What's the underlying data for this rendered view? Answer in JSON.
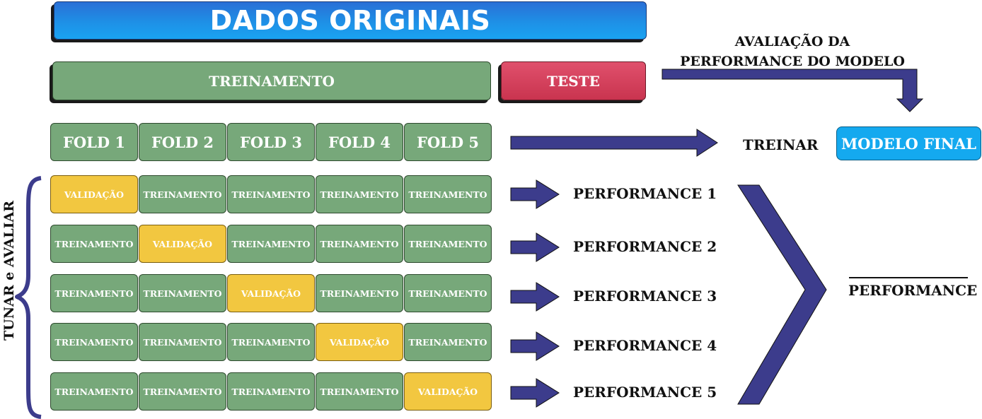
{
  "title": "DADOS ORIGINAIS",
  "split": {
    "train": "TREINAMENTO",
    "test": "TESTE"
  },
  "evaluation_label": "AVALIAÇÃO DA PERFORMANCE DO MODELO",
  "folds": [
    "FOLD 1",
    "FOLD 2",
    "FOLD 3",
    "FOLD 4",
    "FOLD 5"
  ],
  "train_action": "TREINAR",
  "final_model": "MODELO FINAL",
  "side_label": "TUNAR e AVALIAR",
  "cell_labels": {
    "train": "TREINAMENTO",
    "validation": "VALIDAÇÃO"
  },
  "iterations": [
    {
      "validation_fold": 1,
      "performance": "PERFORMANCE 1"
    },
    {
      "validation_fold": 2,
      "performance": "PERFORMANCE 2"
    },
    {
      "validation_fold": 3,
      "performance": "PERFORMANCE 3"
    },
    {
      "validation_fold": 4,
      "performance": "PERFORMANCE 4"
    },
    {
      "validation_fold": 5,
      "performance": "PERFORMANCE 5"
    }
  ],
  "mean_performance": "PERFORMANCE",
  "colors": {
    "train": "#77a87a",
    "validation": "#f2c740",
    "test": "#d43f5c",
    "title": "#1e90e6",
    "final_model": "#14a9ef",
    "arrow": "#3c3c8c"
  }
}
